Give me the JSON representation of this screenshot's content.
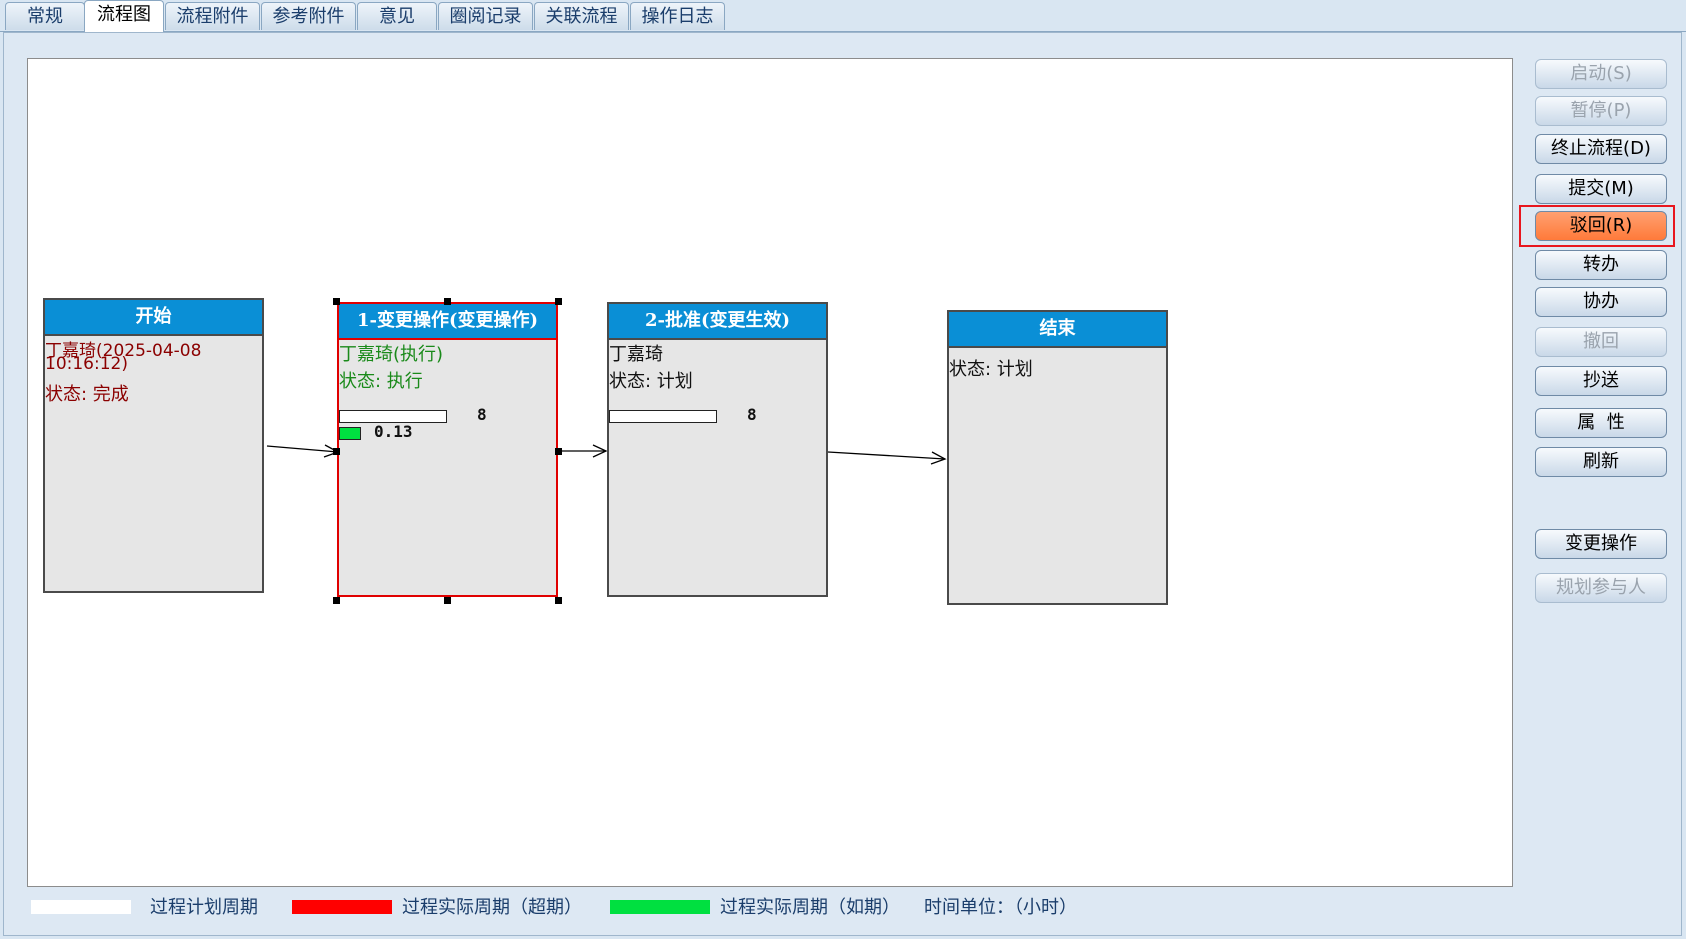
{
  "tabs": [
    {
      "label": "常规",
      "active": false
    },
    {
      "label": "流程图",
      "active": true
    },
    {
      "label": "流程附件",
      "active": false
    },
    {
      "label": "参考附件",
      "active": false
    },
    {
      "label": "意见",
      "active": false
    },
    {
      "label": "圈阅记录",
      "active": false
    },
    {
      "label": "关联流程",
      "active": false
    },
    {
      "label": "操作日志",
      "active": false
    }
  ],
  "nodes": {
    "start": {
      "title": "开始",
      "line1": "丁嘉琦(2025-04-08",
      "line2": "10:16:12)",
      "status": "状态: 完成"
    },
    "step1": {
      "title": "1-变更操作(变更操作)",
      "assignee": "丁嘉琦(执行)",
      "status": "状态: 执行",
      "plan_value": "8",
      "actual_value": "0.13"
    },
    "step2": {
      "title": "2-批准(变更生效)",
      "assignee": "丁嘉琦",
      "status": "状态: 计划",
      "plan_value": "8"
    },
    "end": {
      "title": "结束",
      "status": "状态: 计划"
    }
  },
  "buttons": {
    "start": "启动(S)",
    "pause": "暂停(P)",
    "terminate": "终止流程(D)",
    "submit": "提交(M)",
    "reject": "驳回(R)",
    "transfer": "转办",
    "assist": "协办",
    "withdraw": "撤回",
    "copy": "抄送",
    "properties": "属  性",
    "refresh": "刷新",
    "change_op": "变更操作",
    "plan_participants": "规划参与人"
  },
  "legend": {
    "plan": "过程计划周期",
    "overdue": "过程实际周期（超期）",
    "ontime": "过程实际周期（如期）",
    "time_unit": "时间单位：（小时）"
  },
  "colors": {
    "header": "#0a8fd6",
    "selected_border": "#e00000",
    "legend_plan": "#ffffff",
    "legend_overdue": "#ff0000",
    "legend_ontime": "#00e040",
    "reject_button": "#ff7a3a"
  }
}
